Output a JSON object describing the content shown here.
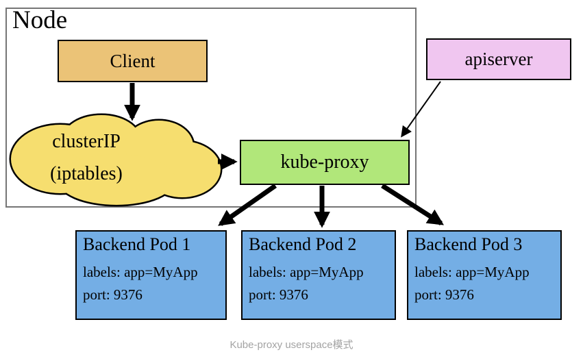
{
  "diagram": {
    "node": {
      "label": "Node"
    },
    "client": {
      "label": "Client"
    },
    "cluster_ip": {
      "line1": "clusterIP",
      "line2": "(iptables)"
    },
    "kube_proxy": {
      "label": "kube-proxy"
    },
    "apiserver": {
      "label": "apiserver"
    },
    "pods": [
      {
        "title": "Backend Pod 1",
        "labels": "labels: app=MyApp",
        "port": "port: 9376"
      },
      {
        "title": "Backend Pod 2",
        "labels": "labels: app=MyApp",
        "port": "port: 9376"
      },
      {
        "title": "Backend Pod 3",
        "labels": "labels: app=MyApp",
        "port": "port: 9376"
      }
    ],
    "edges": [
      {
        "from": "client",
        "to": "cluster-ip"
      },
      {
        "from": "cluster-ip",
        "to": "kube-proxy"
      },
      {
        "from": "apiserver",
        "to": "kube-proxy"
      },
      {
        "from": "kube-proxy",
        "to": "backend-pod-1"
      },
      {
        "from": "kube-proxy",
        "to": "backend-pod-2"
      },
      {
        "from": "kube-proxy",
        "to": "backend-pod-3"
      }
    ],
    "caption": "Kube-proxy userspace模式",
    "colors": {
      "client_fill": "#ebc377",
      "cloud_fill": "#f6de6f",
      "kube_proxy_fill": "#b1e77a",
      "apiserver_fill": "#f0c6f0",
      "pod_fill": "#74aee5",
      "box_border": "#000000",
      "node_border": "#757575",
      "arrow_color": "#000000",
      "caption_color": "#a3a3a3"
    }
  }
}
